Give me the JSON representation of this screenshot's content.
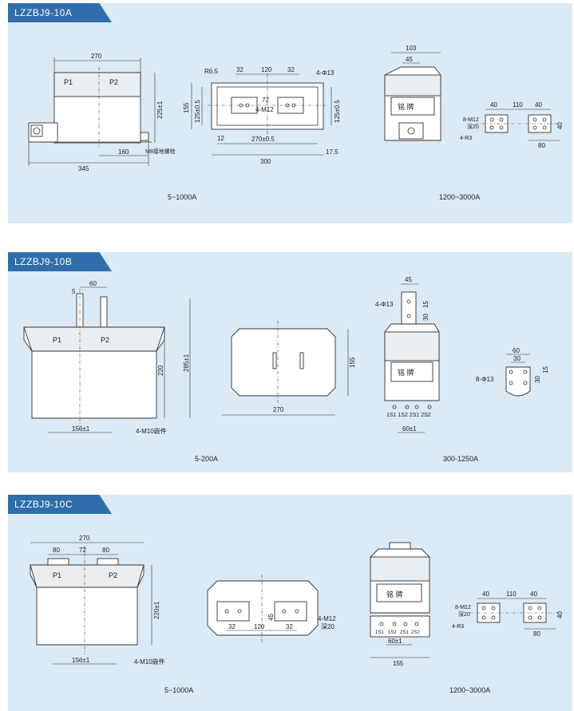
{
  "sections": [
    {
      "title": "LZZBJ9-10A",
      "ratings": [
        "5~1000A",
        "1200~3000A"
      ],
      "labels": {
        "p1": "P1",
        "p2": "P2",
        "w270": "270",
        "h225": "225±1",
        "w160": "160",
        "w345": "345",
        "earth": "M8接地螺栓",
        "r65": "R6.5",
        "d32a": "32",
        "d120": "120",
        "d32b": "32",
        "hole13": "4-Φ13",
        "d72": "72",
        "m12": "4-M12",
        "h155": "155",
        "h125a": "125±0.5",
        "h125b": "125±0.5",
        "d12": "12",
        "d270b": "270±0.5",
        "d300": "300",
        "d175": "17.5",
        "w103": "103",
        "w45": "45",
        "plate": "铭  牌",
        "s40a": "40",
        "s110": "110",
        "s40b": "40",
        "m12d": "8-M12",
        "depth20": "深20",
        "r3": "4-R3",
        "s40v": "40",
        "s80": "80"
      }
    },
    {
      "title": "LZZBJ9-10B",
      "ratings": [
        "5-200A",
        "300-1250A"
      ],
      "labels": {
        "d60": "60",
        "d5": "5",
        "p1": "P1",
        "p2": "P2",
        "h220": "220",
        "h285": "285±1",
        "w156": "156±1",
        "m10": "4-M10嵌件",
        "h155": "155",
        "w270": "270",
        "w45": "45",
        "hole13": "4-Φ13",
        "v15": "15",
        "v30": "30",
        "plate": "铭  牌",
        "term": "1S1 1S2  2S1 2S2",
        "w60": "60±1",
        "s60": "60",
        "s30": "30",
        "hole13b": "8-Φ13",
        "v30b": "30",
        "v15b": "15"
      }
    },
    {
      "title": "LZZBJ9-10C",
      "ratings": [
        "5~1000A",
        "1200~3000A"
      ],
      "labels": {
        "w270": "270",
        "d80a": "80",
        "d72": "72",
        "d80b": "80",
        "p1": "P1",
        "p2": "P2",
        "h220": "220±1",
        "w156": "156±1",
        "m10": "4-M10嵌件",
        "v45": "45",
        "d32a": "32",
        "d120": "120",
        "d32b": "32",
        "m12": "4-M12",
        "depth20": "深20",
        "plate": "铭  牌",
        "t1": "1S1",
        "t2": "1S2",
        "t3": "2S1",
        "t4": "2S2",
        "w60": "60±1",
        "w155": "155",
        "s40a": "40",
        "s110": "110",
        "s40b": "40",
        "m12d": "8-M12",
        "depth20b": "深20",
        "r3": "4-R3",
        "s40v": "40",
        "s80": "80"
      }
    }
  ]
}
